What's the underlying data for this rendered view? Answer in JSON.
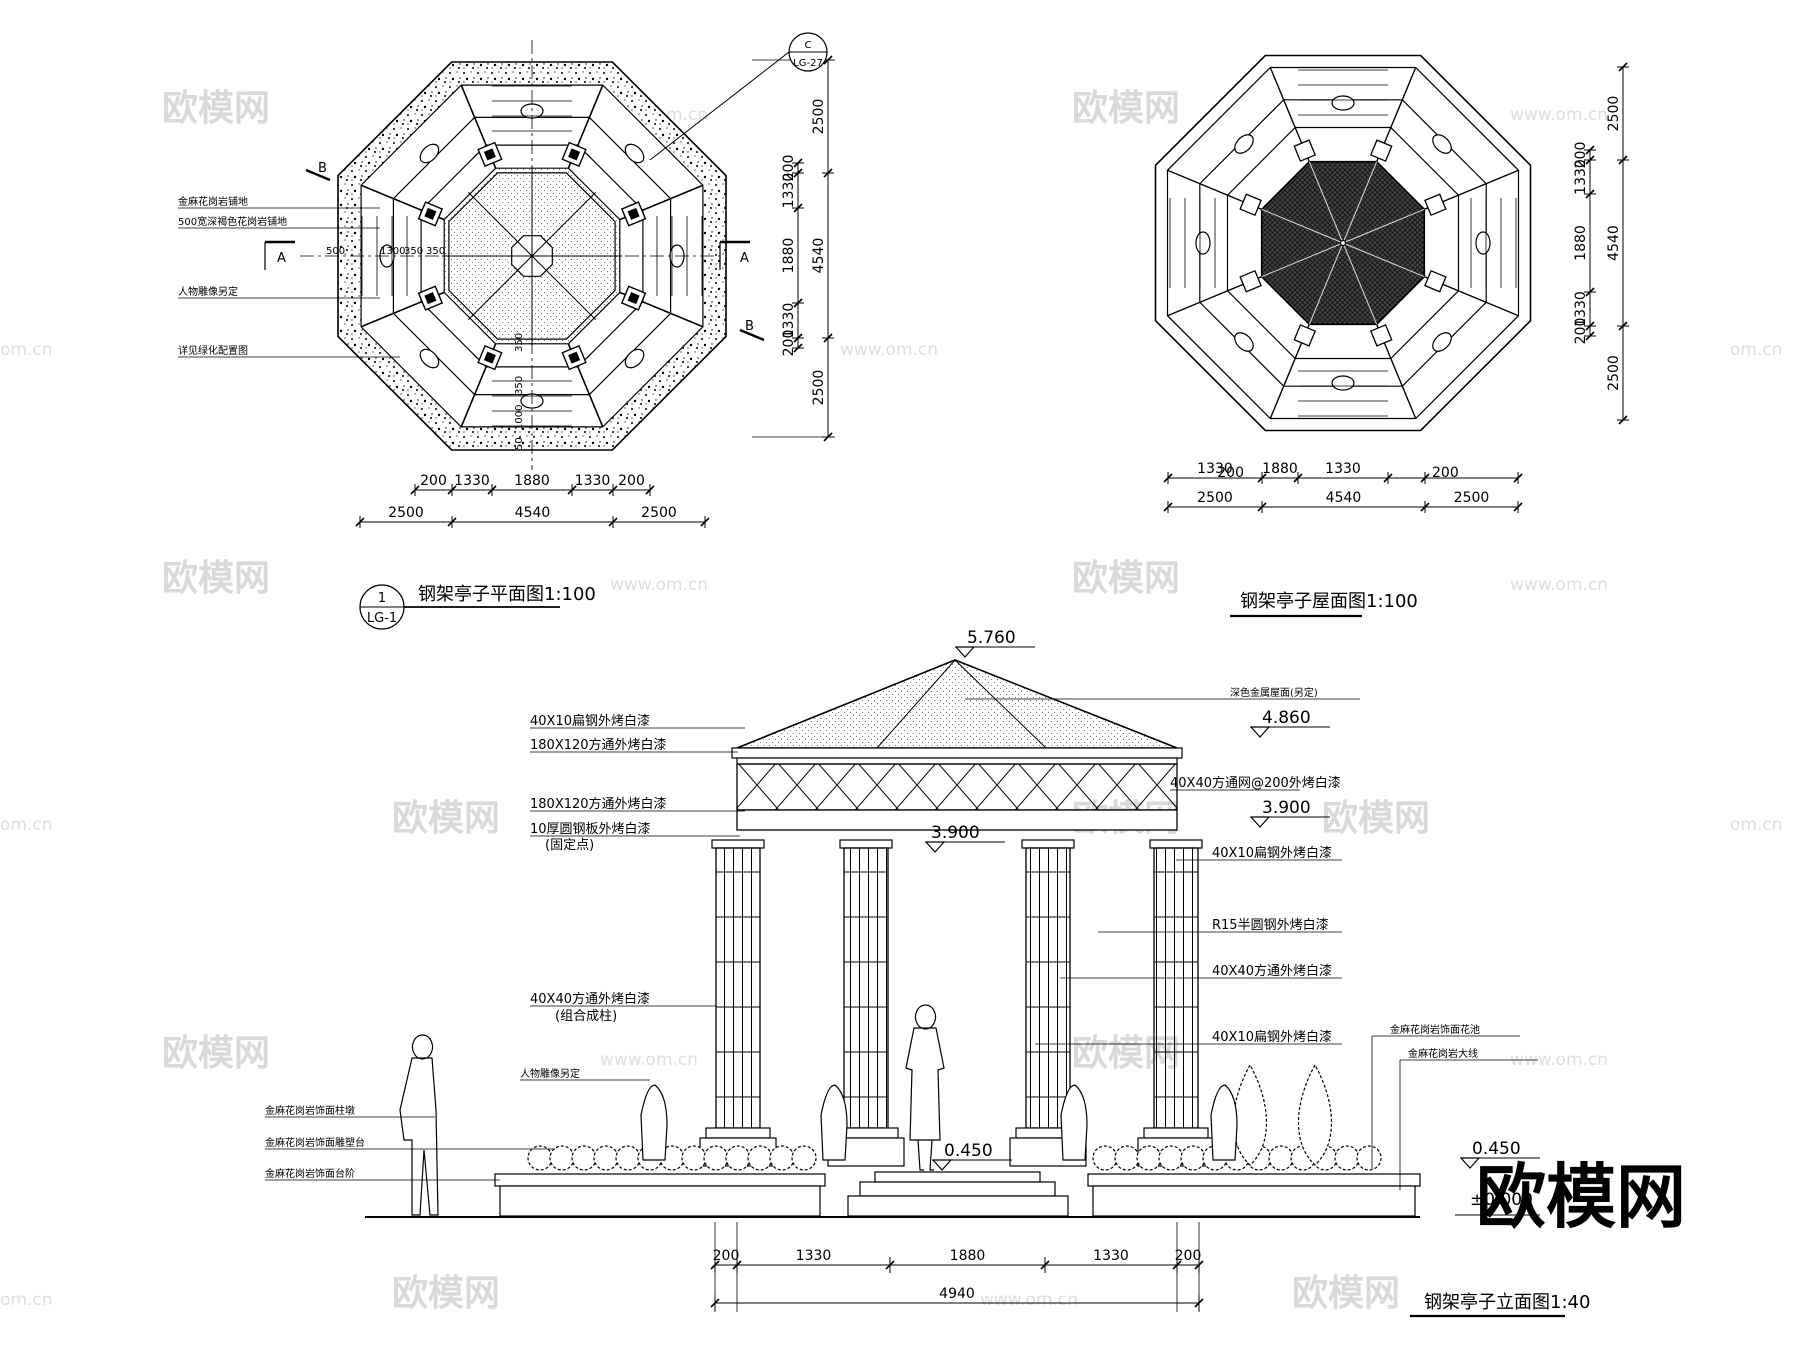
{
  "watermark": {
    "brand": "欧模网",
    "url": "www.om.cn",
    "url_fragment": "om.cn"
  },
  "logo": {
    "text": "欧模网"
  },
  "plan_view": {
    "title": "钢架亭子平面图1:100",
    "callout_number": "1",
    "callout_sheet": "LG-1",
    "section_c_letter": "C",
    "section_c_sheet": "LG-27",
    "section_a": "A",
    "section_b": "B",
    "labels": [
      "金麻花岗岩铺地",
      "500宽深褐色花岗岩铺地",
      "人物雕像另定",
      "详见绿化配置图"
    ],
    "dims_bottom_inner": [
      "200",
      "1330",
      "1880",
      "1330",
      "200"
    ],
    "dims_bottom_outer": [
      "2500",
      "4540",
      "2500"
    ],
    "dims_right_inner": [
      "200",
      "1330",
      "1880",
      "1330",
      "200"
    ],
    "dims_right_outer": [
      "2500",
      "4540",
      "2500"
    ],
    "dims_interior": [
      "500",
      "1300",
      "350",
      "350",
      "350",
      "350",
      "1000",
      "50"
    ]
  },
  "roof_view": {
    "title": "钢架亭子屋面图1:100",
    "dims_bottom_inner": [
      "200",
      "1330",
      "1880",
      "1330",
      "200"
    ],
    "dims_bottom_outer": [
      "2500",
      "4540",
      "2500"
    ],
    "dims_right_inner": [
      "200",
      "1330",
      "1880",
      "1330",
      "200"
    ],
    "dims_right_outer": [
      "2500",
      "4540",
      "2500"
    ]
  },
  "elevation_view": {
    "title": "钢架亭子立面图1:40",
    "elevations": {
      "top": "5.760",
      "eave": "4.860",
      "beam_right": "3.900",
      "beam_center": "3.900",
      "platform": "0.450",
      "planter": "0.450",
      "ground": "±0.000"
    },
    "labels_left": [
      "40X10扁钢外烤白漆",
      "180X120方通外烤白漆",
      "180X120方通外烤白漆",
      "10厚圆钢板外烤白漆",
      "(固定点)",
      "40X40方通外烤白漆",
      "(组合成柱)",
      "人物雕像另定",
      "金麻花岗岩饰面柱墩",
      "金麻花岗岩饰面雕塑台",
      "金麻花岗岩饰面台阶"
    ],
    "labels_right": [
      "深色金属屋面(另定)",
      "40X40方通网@200外烤白漆",
      "40X10扁钢外烤白漆",
      "R15半圆钢外烤白漆",
      "40X40方通外烤白漆",
      "40X10扁钢外烤白漆",
      "金麻花岗岩饰面花池",
      "金麻花岗岩大线"
    ],
    "dims_inner": [
      "200",
      "1330",
      "1880",
      "1330",
      "200"
    ],
    "dims_total": "4940"
  }
}
